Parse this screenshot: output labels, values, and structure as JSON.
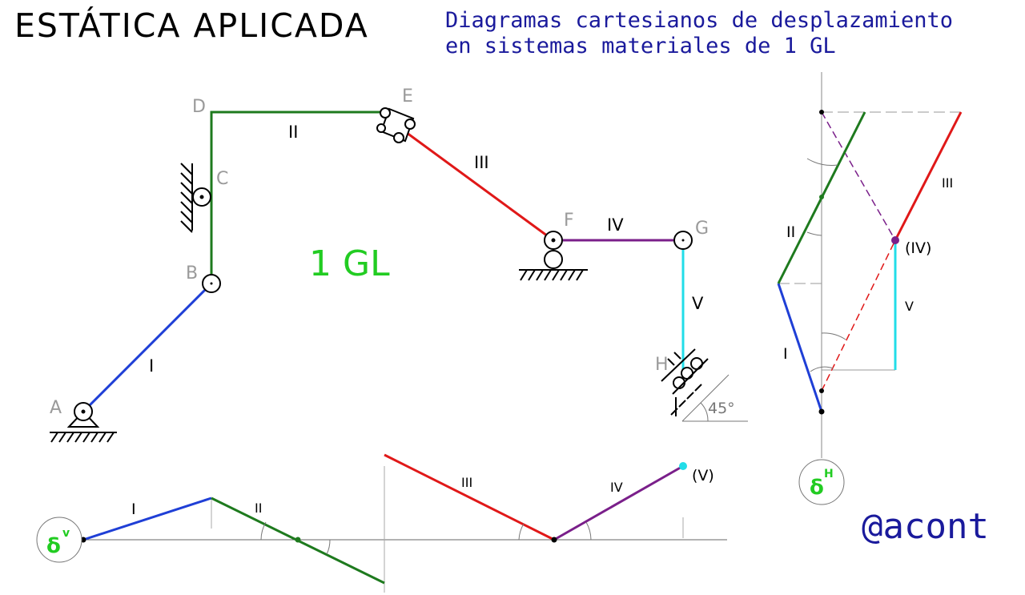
{
  "title": "ESTÁTICA APLICADA",
  "subtitle": {
    "line1": "Diagramas cartesianos de desplazamiento",
    "line2": "en sistemas materiales de 1 GL"
  },
  "gl_label": "1 GL",
  "author": "@acont",
  "nodes": {
    "A": "A",
    "B": "B",
    "C": "C",
    "D": "D",
    "E": "E",
    "F": "F",
    "G": "G",
    "H": "H"
  },
  "members": {
    "I": "I",
    "II": "II",
    "III": "III",
    "IV": "IV",
    "V": "V"
  },
  "angle_label": "45°",
  "diagram_labels": {
    "pole_V": "(V)",
    "pole_IV": "(IV)"
  },
  "delta_v": {
    "symbol": "δ",
    "sup": "v"
  },
  "delta_h": {
    "symbol": "δ",
    "sup": "H"
  },
  "colors": {
    "member_I": "#1f3fd6",
    "member_II": "#1e7a1e",
    "member_III": "#e01818",
    "member_IV": "#7a1f8a",
    "member_V": "#22dde8",
    "subtitle": "#1a1a9c",
    "gl": "#22cc22",
    "node_label": "#9a9a9a"
  }
}
